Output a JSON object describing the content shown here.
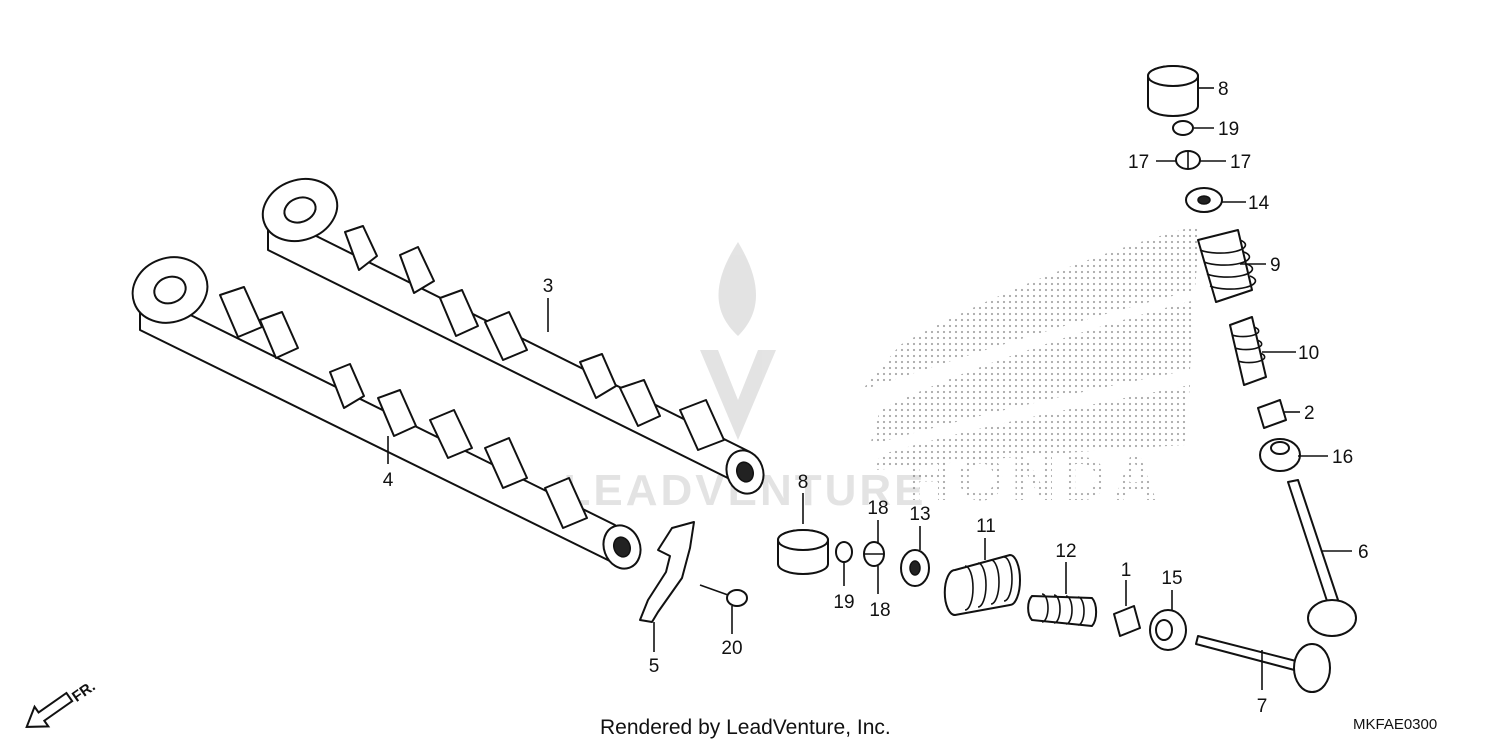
{
  "watermark": {
    "brand_text": "HONDA",
    "dealer_text": "LEADVENTURE"
  },
  "direction": {
    "label": "FR."
  },
  "callouts": {
    "p1": "1",
    "p2": "2",
    "p3": "3",
    "p4": "4",
    "p5": "5",
    "p6": "6",
    "p7": "7",
    "p8a": "8",
    "p8b": "8",
    "p9": "9",
    "p10": "10",
    "p11": "11",
    "p12": "12",
    "p13": "13",
    "p14": "14",
    "p15": "15",
    "p16": "16",
    "p17a": "17",
    "p17b": "17",
    "p18a": "18",
    "p18b": "18",
    "p19a": "19",
    "p19b": "19",
    "p20": "20"
  },
  "footer": {
    "credit": "Rendered by LeadVenture, Inc.",
    "diagram_code": "MKFAE0300"
  }
}
